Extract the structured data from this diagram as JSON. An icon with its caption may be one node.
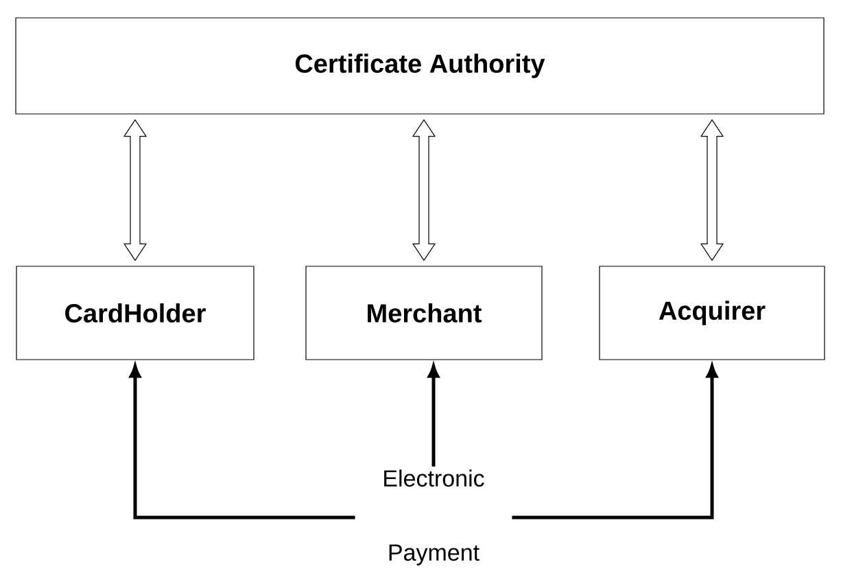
{
  "diagram": {
    "nodes": [
      {
        "text": [
          "Certificate Authority"
        ]
      },
      {
        "text": [
          "CardHolder"
        ]
      },
      {
        "text": [
          "Merchant"
        ]
      },
      {
        "text": [
          "Acquirer"
        ]
      },
      {
        "text": [
          "Electronic Payment"
        ]
      }
    ],
    "edges": [
      {
        "from": 0,
        "to": 1,
        "arrow": "both"
      },
      {
        "from": 0,
        "to": 2,
        "arrow": "both"
      },
      {
        "from": 0,
        "to": 3,
        "arrow": "both"
      },
      {
        "from": 4,
        "to": 1,
        "arrow": "to"
      },
      {
        "from": 4,
        "to": 2,
        "arrow": "to"
      },
      {
        "from": 4,
        "to": 3,
        "arrow": "to"
      }
    ]
  }
}
